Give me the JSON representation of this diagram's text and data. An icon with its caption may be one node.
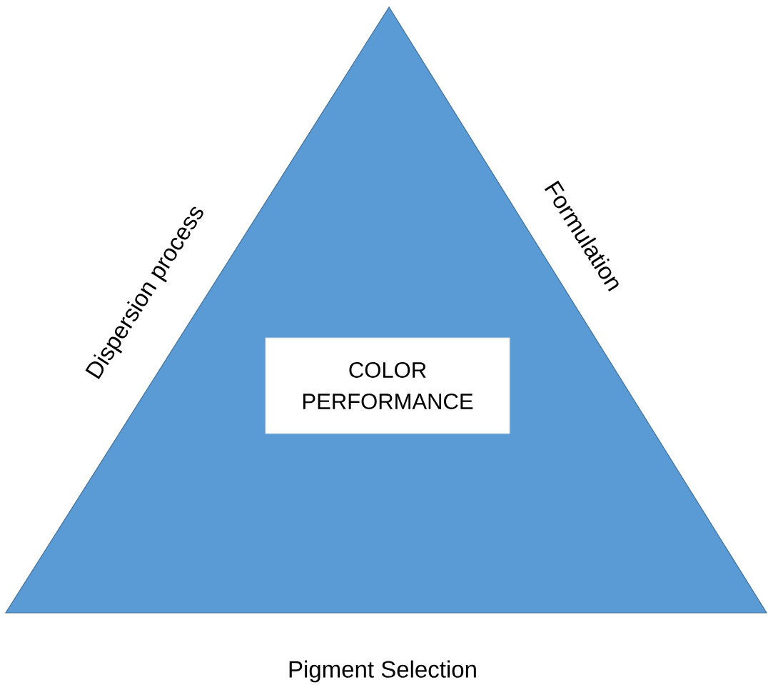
{
  "diagram": {
    "nodes": [
      {
        "text": [],
        "shape": "triangle",
        "beside": [
          "Dispersion process",
          "Formulation",
          "Pigment Selection"
        ]
      },
      {
        "text": [
          "COLOR PERFORMANCE"
        ],
        "in": 0
      }
    ]
  }
}
